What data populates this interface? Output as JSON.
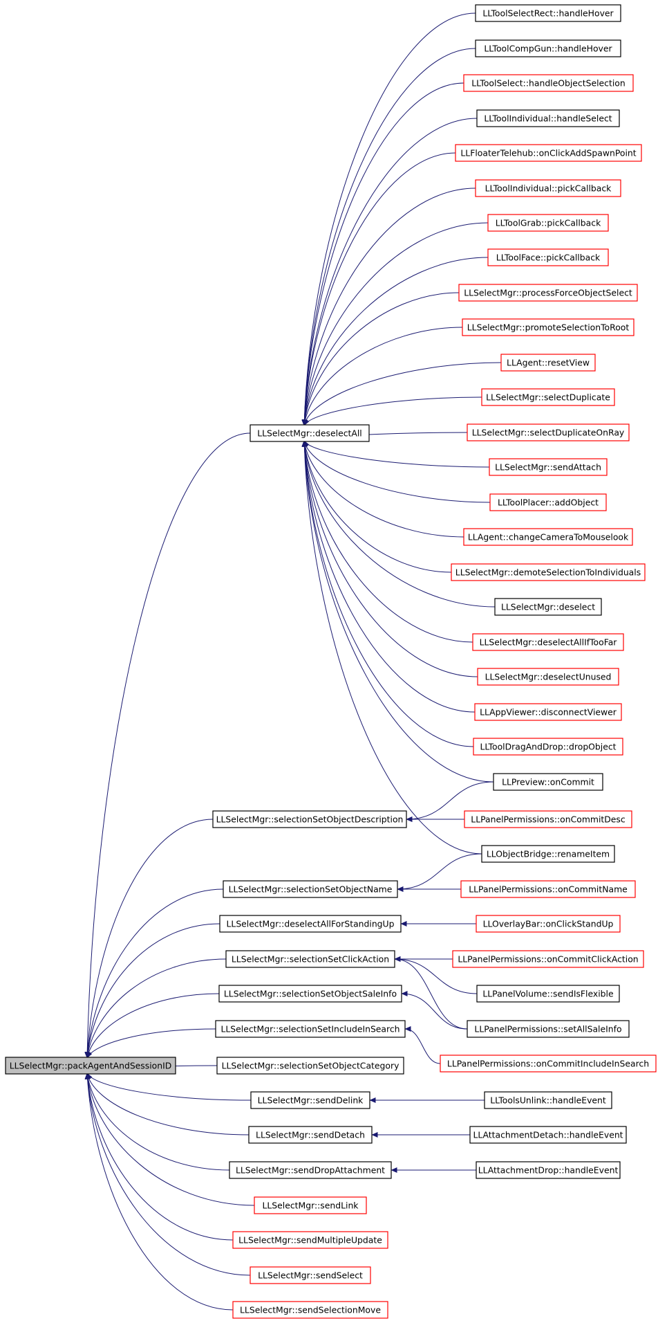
{
  "diagram": {
    "title": "",
    "colors": {
      "edge": "#191970",
      "arrowhead": "#191970",
      "root_fill": "#bfbfbf",
      "node_fill": "#ffffff",
      "border_documented": "#000000",
      "border_undocumented": "#ff0000"
    },
    "nodes": [
      {
        "id": "pack",
        "label": "LLSelectMgr::packAgentAndSessionID",
        "style": "root"
      },
      {
        "id": "desAll",
        "label": "LLSelectMgr::deselectAll",
        "style": "black"
      },
      {
        "id": "hoverRect",
        "label": "LLToolSelectRect::handleHover",
        "style": "black"
      },
      {
        "id": "hoverGun",
        "label": "LLToolCompGun::handleHover",
        "style": "black"
      },
      {
        "id": "objSel",
        "label": "LLToolSelect::handleObjectSelection",
        "style": "red"
      },
      {
        "id": "indivSel",
        "label": "LLToolIndividual::handleSelect",
        "style": "black"
      },
      {
        "id": "telehub",
        "label": "LLFloaterTelehub::onClickAddSpawnPoint",
        "style": "red"
      },
      {
        "id": "indivPick",
        "label": "LLToolIndividual::pickCallback",
        "style": "red"
      },
      {
        "id": "grabPick",
        "label": "LLToolGrab::pickCallback",
        "style": "red"
      },
      {
        "id": "facePick",
        "label": "LLToolFace::pickCallback",
        "style": "red"
      },
      {
        "id": "procForce",
        "label": "LLSelectMgr::processForceObjectSelect",
        "style": "red"
      },
      {
        "id": "promote",
        "label": "LLSelectMgr::promoteSelectionToRoot",
        "style": "red"
      },
      {
        "id": "resetView",
        "label": "LLAgent::resetView",
        "style": "red"
      },
      {
        "id": "selDup",
        "label": "LLSelectMgr::selectDuplicate",
        "style": "red"
      },
      {
        "id": "selDupRay",
        "label": "LLSelectMgr::selectDuplicateOnRay",
        "style": "red"
      },
      {
        "id": "sendAttach",
        "label": "LLSelectMgr::sendAttach",
        "style": "red"
      },
      {
        "id": "addObj",
        "label": "LLToolPlacer::addObject",
        "style": "red"
      },
      {
        "id": "camMouse",
        "label": "LLAgent::changeCameraToMouselook",
        "style": "red"
      },
      {
        "id": "demote",
        "label": "LLSelectMgr::demoteSelectionToIndividuals",
        "style": "red"
      },
      {
        "id": "deselect",
        "label": "LLSelectMgr::deselect",
        "style": "black"
      },
      {
        "id": "desFar",
        "label": "LLSelectMgr::deselectAllIfTooFar",
        "style": "red"
      },
      {
        "id": "desUnused",
        "label": "LLSelectMgr::deselectUnused",
        "style": "red"
      },
      {
        "id": "disconnect",
        "label": "LLAppViewer::disconnectViewer",
        "style": "red"
      },
      {
        "id": "dropObj",
        "label": "LLToolDragAndDrop::dropObject",
        "style": "red"
      },
      {
        "id": "preview",
        "label": "LLPreview::onCommit",
        "style": "black"
      },
      {
        "id": "setDesc",
        "label": "LLSelectMgr::selectionSetObjectDescription",
        "style": "black"
      },
      {
        "id": "permDesc",
        "label": "LLPanelPermissions::onCommitDesc",
        "style": "red"
      },
      {
        "id": "rename",
        "label": "LLObjectBridge::renameItem",
        "style": "black"
      },
      {
        "id": "setName",
        "label": "LLSelectMgr::selectionSetObjectName",
        "style": "black"
      },
      {
        "id": "permName",
        "label": "LLPanelPermissions::onCommitName",
        "style": "red"
      },
      {
        "id": "desStand",
        "label": "LLSelectMgr::deselectAllForStandingUp",
        "style": "black"
      },
      {
        "id": "standUp",
        "label": "LLOverlayBar::onClickStandUp",
        "style": "red"
      },
      {
        "id": "setClick",
        "label": "LLSelectMgr::selectionSetClickAction",
        "style": "black"
      },
      {
        "id": "permClick",
        "label": "LLPanelPermissions::onCommitClickAction",
        "style": "red"
      },
      {
        "id": "flexible",
        "label": "LLPanelVolume::sendIsFlexible",
        "style": "black"
      },
      {
        "id": "setSale",
        "label": "LLSelectMgr::selectionSetObjectSaleInfo",
        "style": "black"
      },
      {
        "id": "saleInfo",
        "label": "LLPanelPermissions::setAllSaleInfo",
        "style": "black"
      },
      {
        "id": "setSearch",
        "label": "LLSelectMgr::selectionSetIncludeInSearch",
        "style": "black"
      },
      {
        "id": "permSearch",
        "label": "LLPanelPermissions::onCommitIncludeInSearch",
        "style": "red"
      },
      {
        "id": "setCategory",
        "label": "LLSelectMgr::selectionSetObjectCategory",
        "style": "black"
      },
      {
        "id": "sendDelink",
        "label": "LLSelectMgr::sendDelink",
        "style": "black"
      },
      {
        "id": "unlink",
        "label": "LLToolsUnlink::handleEvent",
        "style": "black"
      },
      {
        "id": "sendDetach",
        "label": "LLSelectMgr::sendDetach",
        "style": "black"
      },
      {
        "id": "attDetach",
        "label": "LLAttachmentDetach::handleEvent",
        "style": "black"
      },
      {
        "id": "sendDropAtt",
        "label": "LLSelectMgr::sendDropAttachment",
        "style": "black"
      },
      {
        "id": "attDrop",
        "label": "LLAttachmentDrop::handleEvent",
        "style": "black"
      },
      {
        "id": "sendLink",
        "label": "LLSelectMgr::sendLink",
        "style": "red"
      },
      {
        "id": "sendMulti",
        "label": "LLSelectMgr::sendMultipleUpdate",
        "style": "red"
      },
      {
        "id": "sendSelect",
        "label": "LLSelectMgr::sendSelect",
        "style": "red"
      },
      {
        "id": "sendSelMove",
        "label": "LLSelectMgr::sendSelectionMove",
        "style": "red"
      }
    ],
    "edges": [
      {
        "from": "desAll",
        "to": "pack"
      },
      {
        "from": "setDesc",
        "to": "pack"
      },
      {
        "from": "setName",
        "to": "pack"
      },
      {
        "from": "desStand",
        "to": "pack"
      },
      {
        "from": "setClick",
        "to": "pack"
      },
      {
        "from": "setSale",
        "to": "pack"
      },
      {
        "from": "setSearch",
        "to": "pack"
      },
      {
        "from": "setCategory",
        "to": "pack"
      },
      {
        "from": "sendDelink",
        "to": "pack"
      },
      {
        "from": "sendDetach",
        "to": "pack"
      },
      {
        "from": "sendDropAtt",
        "to": "pack"
      },
      {
        "from": "sendLink",
        "to": "pack"
      },
      {
        "from": "sendMulti",
        "to": "pack"
      },
      {
        "from": "sendSelect",
        "to": "pack"
      },
      {
        "from": "sendSelMove",
        "to": "pack"
      },
      {
        "from": "hoverRect",
        "to": "desAll"
      },
      {
        "from": "hoverGun",
        "to": "desAll"
      },
      {
        "from": "objSel",
        "to": "desAll"
      },
      {
        "from": "indivSel",
        "to": "desAll"
      },
      {
        "from": "telehub",
        "to": "desAll"
      },
      {
        "from": "indivPick",
        "to": "desAll"
      },
      {
        "from": "grabPick",
        "to": "desAll"
      },
      {
        "from": "facePick",
        "to": "desAll"
      },
      {
        "from": "procForce",
        "to": "desAll"
      },
      {
        "from": "promote",
        "to": "desAll"
      },
      {
        "from": "resetView",
        "to": "desAll"
      },
      {
        "from": "selDup",
        "to": "desAll"
      },
      {
        "from": "selDupRay",
        "to": "desAll"
      },
      {
        "from": "sendAttach",
        "to": "desAll"
      },
      {
        "from": "addObj",
        "to": "desAll"
      },
      {
        "from": "camMouse",
        "to": "desAll"
      },
      {
        "from": "demote",
        "to": "desAll"
      },
      {
        "from": "deselect",
        "to": "desAll"
      },
      {
        "from": "desFar",
        "to": "desAll"
      },
      {
        "from": "desUnused",
        "to": "desAll"
      },
      {
        "from": "disconnect",
        "to": "desAll"
      },
      {
        "from": "dropObj",
        "to": "desAll"
      },
      {
        "from": "preview",
        "to": "desAll"
      },
      {
        "from": "rename",
        "to": "desAll"
      },
      {
        "from": "preview",
        "to": "setDesc"
      },
      {
        "from": "permDesc",
        "to": "setDesc"
      },
      {
        "from": "rename",
        "to": "setName"
      },
      {
        "from": "permName",
        "to": "setName"
      },
      {
        "from": "standUp",
        "to": "desStand"
      },
      {
        "from": "permClick",
        "to": "setClick"
      },
      {
        "from": "flexible",
        "to": "setClick"
      },
      {
        "from": "saleInfo",
        "to": "setClick"
      },
      {
        "from": "saleInfo",
        "to": "setSale"
      },
      {
        "from": "permSearch",
        "to": "setSearch"
      },
      {
        "from": "unlink",
        "to": "sendDelink"
      },
      {
        "from": "attDetach",
        "to": "sendDetach"
      },
      {
        "from": "attDrop",
        "to": "sendDropAtt"
      }
    ]
  }
}
